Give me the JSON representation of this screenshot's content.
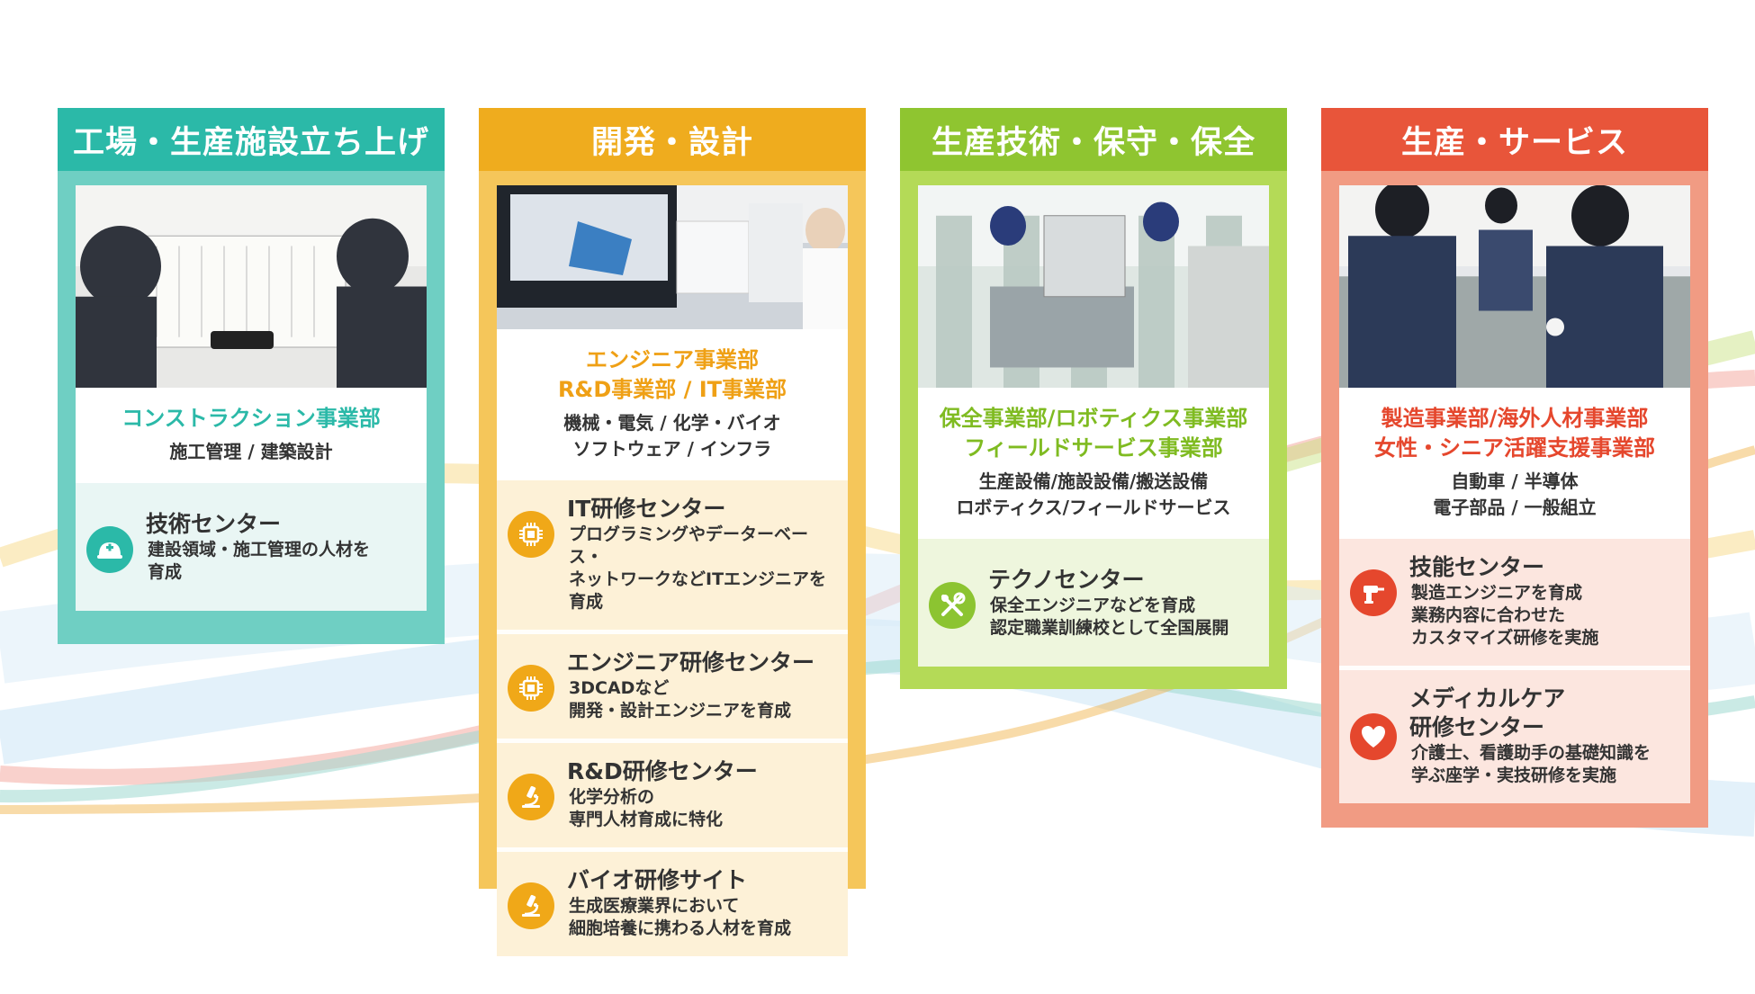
{
  "columns": [
    {
      "title": "工場・生産施設立ち上げ",
      "photo": "construction-planning-photo",
      "dept_lines": [
        "コンストラクション事業部"
      ],
      "sub_lines": [
        "施工管理 / 建築設計"
      ],
      "centers": [
        {
          "name_lines": [
            "技術センター"
          ],
          "desc_lines": [
            "建設領域・施工管理の人材を",
            "育成"
          ],
          "icon": "hardhat-icon"
        }
      ],
      "colors": {
        "header": "#2bb9a8",
        "frame": "#6fcfc3"
      }
    },
    {
      "title": "開発・設計",
      "photo": "cad-lab-photo",
      "dept_lines": [
        "エンジニア事業部",
        "R&D事業部 / IT事業部"
      ],
      "sub_lines": [
        "機械・電気 / 化学・バイオ",
        "ソフトウェア / インフラ"
      ],
      "centers": [
        {
          "name_lines": [
            "IT研修センター"
          ],
          "desc_lines": [
            "プログラミングやデーターベース・",
            "ネットワークなどITエンジニアを",
            "育成"
          ],
          "icon": "chip-icon"
        },
        {
          "name_lines": [
            "エンジニア研修センター"
          ],
          "desc_lines": [
            "3DCADなど",
            "開発・設計エンジニアを育成"
          ],
          "icon": "chip-icon"
        },
        {
          "name_lines": [
            "R&D研修センター"
          ],
          "desc_lines": [
            "化学分析の",
            "専門人材育成に特化"
          ],
          "icon": "microscope-icon"
        },
        {
          "name_lines": [
            "バイオ研修サイト"
          ],
          "desc_lines": [
            "生成医療業界において",
            "細胞培養に携わる人材を育成"
          ],
          "icon": "microscope-icon"
        }
      ],
      "colors": {
        "header": "#efac1e",
        "frame": "#f5c65a"
      }
    },
    {
      "title": "生産技術・保守・保全",
      "photo": "cleanroom-maintenance-photo",
      "dept_lines": [
        "保全事業部/ロボティクス事業部",
        "フィールドサービス事業部"
      ],
      "sub_lines": [
        "生産設備/施設設備/搬送設備",
        "ロボティクス/フィールドサービス"
      ],
      "centers": [
        {
          "name_lines": [
            "テクノセンター"
          ],
          "desc_lines": [
            "保全エンジニアなどを育成",
            "認定職業訓練校として全国展開"
          ],
          "icon": "tools-icon"
        }
      ],
      "colors": {
        "header": "#8fc530",
        "frame": "#b4da57"
      }
    },
    {
      "title": "生産・サービス",
      "photo": "assembly-training-photo",
      "dept_lines": [
        "製造事業部/海外人材事業部",
        "女性・シニア活躍支援事業部"
      ],
      "sub_lines": [
        "自動車 / 半導体",
        "電子部品 / 一般組立"
      ],
      "centers": [
        {
          "name_lines": [
            "技能センター"
          ],
          "desc_lines": [
            "製造エンジニアを育成",
            "業務内容に合わせた",
            "カスタマイズ研修を実施"
          ],
          "icon": "drill-icon"
        },
        {
          "name_lines": [
            "メディカルケア",
            "研修センター"
          ],
          "desc_lines": [
            "介護士、看護助手の基礎知識を",
            "学ぶ座学・実技研修を実施"
          ],
          "icon": "heart-icon"
        }
      ],
      "colors": {
        "header": "#e8553a",
        "frame": "#f19b83"
      }
    }
  ]
}
